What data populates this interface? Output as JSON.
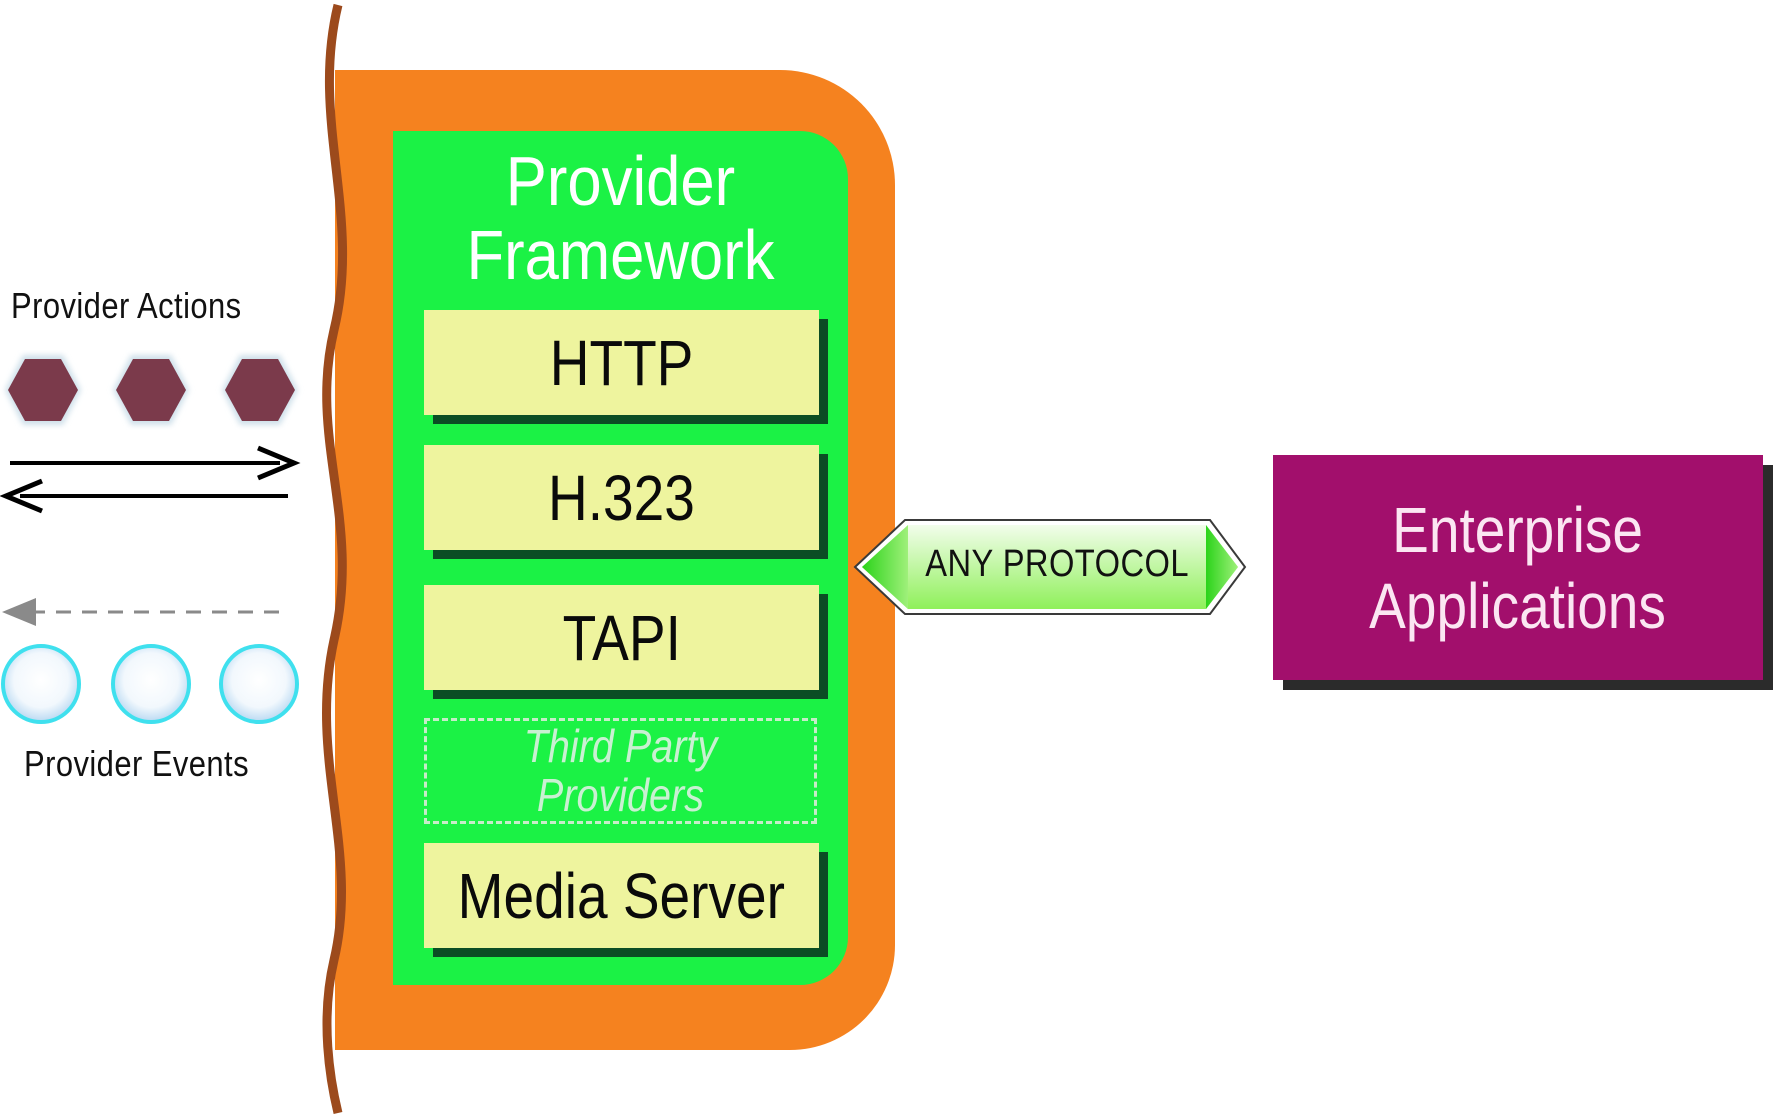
{
  "left": {
    "actions_label": "Provider Actions",
    "events_label": "Provider Events",
    "action_icons": [
      "hexagon-icon",
      "hexagon-icon",
      "hexagon-icon"
    ],
    "event_icons": [
      "circle-icon",
      "circle-icon",
      "circle-icon"
    ]
  },
  "framework": {
    "title": "Provider\nFramework",
    "providers": [
      "HTTP",
      "H.323",
      "TAPI"
    ],
    "third_party": "Third Party\nProviders",
    "media_server": "Media Server"
  },
  "connector": {
    "label": "ANY PROTOCOL"
  },
  "enterprise": {
    "label": "Enterprise\nApplications"
  },
  "colors": {
    "outer_panel": "#f5821f",
    "inner_panel": "#1bf245",
    "provider_box": "#eef49e",
    "box_shadow": "#0b4d24",
    "enterprise": "#a20f6c",
    "hexagon": "#7b3a4b",
    "circle_ring": "#3fe0ee",
    "wavy_line": "#9c4a1c"
  }
}
